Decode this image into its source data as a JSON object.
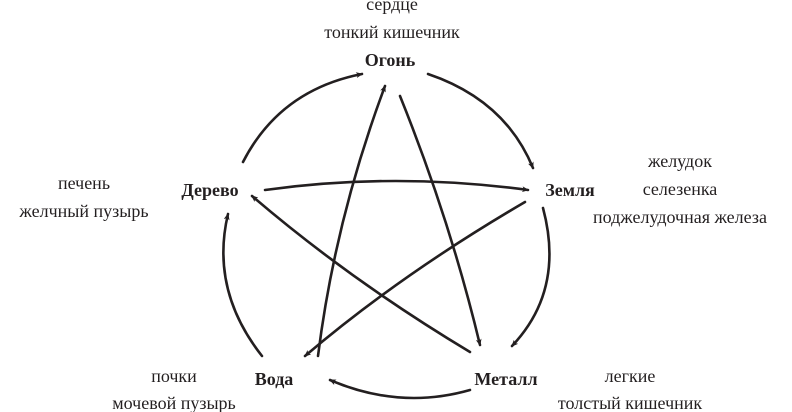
{
  "elements": {
    "fire": {
      "name": "Огонь",
      "organs": [
        "сердце",
        "тонкий кишечник"
      ]
    },
    "earth": {
      "name": "Земля",
      "organs": [
        "желудок",
        "селезенка",
        "поджелудочная железа"
      ]
    },
    "metal": {
      "name": "Металл",
      "organs": [
        "легкие",
        "толстый кишечник"
      ]
    },
    "water": {
      "name": "Вода",
      "organs": [
        "почки",
        "мочевой пузырь"
      ]
    },
    "wood": {
      "name": "Дерево",
      "organs": [
        "печень",
        "желчный пузырь"
      ]
    }
  },
  "colors": {
    "ink": "#231f20"
  }
}
